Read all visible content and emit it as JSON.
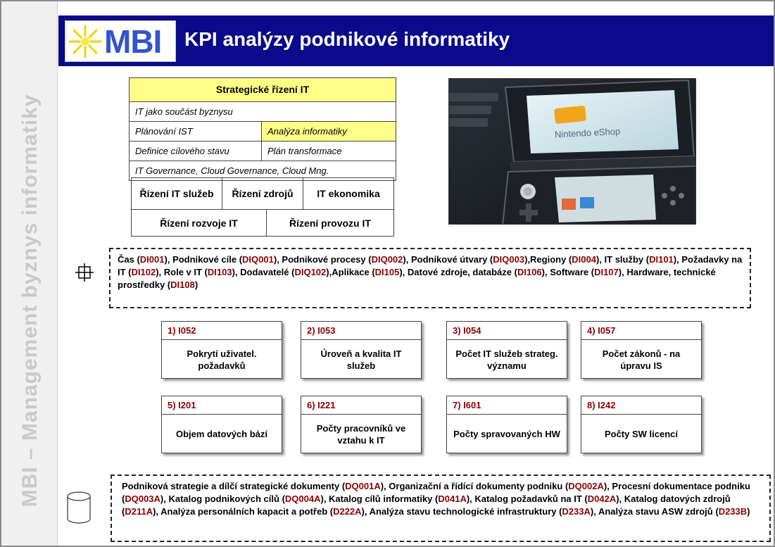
{
  "side_label": "MBI – Management byznys informatiky",
  "header": {
    "logo_text": "MBI",
    "title": "KPI analýzy podnikové informatiky"
  },
  "strategy": {
    "title": "Strategické řízení IT",
    "row1": "IT jako součást byznysu",
    "row2_left": "Plánování IST",
    "row2_right": "Analýza informatiky",
    "row3_left": "Definice cílového stavu",
    "row3_right": "Plán transformace",
    "row4": "IT Governance, Cloud Governance, Cloud Mng."
  },
  "management": {
    "services": "Řízení IT služeb",
    "resources": "Řízení zdrojů",
    "economics": "IT ekonomika",
    "development": "Řízení rozvoje IT",
    "operations": "Řízení provozu IT"
  },
  "photo": {
    "screen_text": "Nintendo eShop"
  },
  "dimensions": [
    {
      "text": "Čas (",
      "code": "DI001",
      "after": "),    "
    },
    {
      "text": "Podnikové cíle (",
      "code": "DIQ001",
      "after": "), "
    },
    {
      "text": "Podnikové procesy (",
      "code": "DIQ002",
      "after": "),  "
    },
    {
      "text": "Podnikové útvary (",
      "code": "DIQ003",
      "after": "),"
    },
    {
      "text": "Regiony (",
      "code": "DI004",
      "after": "), "
    },
    {
      "text": "IT služby (",
      "code": "DI101",
      "after": "), "
    },
    {
      "text": "Požadavky na IT (",
      "code": "DI102",
      "after": "), "
    },
    {
      "text": "Role v IT (",
      "code": "DI103",
      "after": "), "
    },
    {
      "text": "Dodavatelé (",
      "code": "DIQ102",
      "after": "),"
    },
    {
      "text": "Aplikace  (",
      "code": "DI105",
      "after": "), "
    },
    {
      "text": "Datové zdroje, databáze (",
      "code": "DI106",
      "after": "), "
    },
    {
      "text": "Software (",
      "code": "DI107",
      "after": "), "
    },
    {
      "text": "Hardware, technické prostředky (",
      "code": "DI108",
      "after": ")"
    }
  ],
  "kpis": [
    {
      "id": "1) I052",
      "name": "Pokrytí uživatel. požadavků"
    },
    {
      "id": "2) I053",
      "name": "Úroveň a kvalita IT služeb"
    },
    {
      "id": "3) I054",
      "name": "Počet IT služeb strateg. významu"
    },
    {
      "id": "4) I057",
      "name": "Počet zákonů - na úpravu IS"
    },
    {
      "id": "5) I201",
      "name": "Objem datových bází"
    },
    {
      "id": "6) I221",
      "name": "Počty pracovníků ve vztahu k IT"
    },
    {
      "id": "7) I601",
      "name": "Počty spravovaných HW"
    },
    {
      "id": "8) I242",
      "name": "Počty  SW licencí"
    }
  ],
  "documents": [
    {
      "text": "Podniková strategie a dílčí strategické dokumenty (",
      "code": "DQ001A",
      "after": "), "
    },
    {
      "text": "Organizační a řídící dokumenty podniku (",
      "code": "DQ002A",
      "after": "), "
    },
    {
      "text": "Procesní dokumentace podniku (",
      "code": "DQ003A",
      "after": "), "
    },
    {
      "text": "Katalog podnikových cílů (",
      "code": "DQ004A",
      "after": "), "
    },
    {
      "text": "Katalog cílů informatiky  (",
      "code": "D041A",
      "after": "), "
    },
    {
      "text": "Katalog požadavků na IT (",
      "code": "D042A",
      "after": "), "
    },
    {
      "text": "Katalog datových zdrojů (",
      "code": "D211A",
      "after": "), "
    },
    {
      "text": "Analýza  personálních kapacit a potřeb (",
      "code": "D222A",
      "after": "), "
    },
    {
      "text": "Analýza  stavu technologické infrastruktury (",
      "code": "D233A",
      "after": "), "
    },
    {
      "text": "Analýza  stavu ASW  zdrojů (",
      "code": "D233B",
      "after": ")"
    }
  ],
  "colors": {
    "header_bg": "#0a0a8a",
    "highlight": "#ffff88",
    "code_color": "#8b0000"
  }
}
